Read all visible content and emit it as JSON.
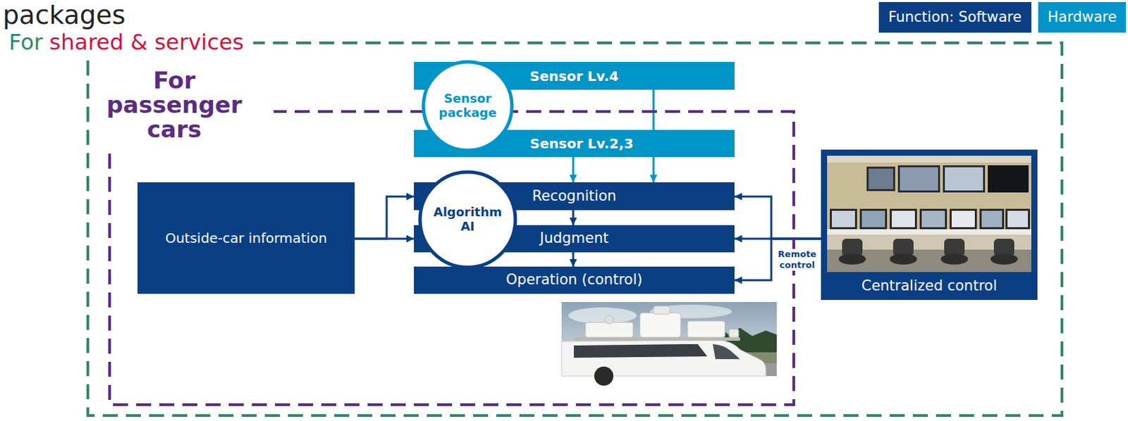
{
  "diagram": {
    "title": "packages",
    "nodes": [
      {
        "text": [
          "For",
          "shared & services"
        ]
      },
      {
        "text": [
          "For passenger cars"
        ],
        "in": 0
      },
      {
        "text": [
          "Sensor Lv.4"
        ],
        "in": 0
      },
      {
        "text": [
          "Sensor package"
        ],
        "in": 0
      },
      {
        "text": [
          "Sensor Lv.2,3"
        ],
        "in": 1
      },
      {
        "text": [
          "Outside-car information"
        ],
        "in": 1
      },
      {
        "text": [
          "Algorithm AI"
        ],
        "in": 1
      },
      {
        "text": [
          "Recognition"
        ],
        "in": 1
      },
      {
        "text": [
          "Judgment"
        ],
        "in": 1
      },
      {
        "text": [
          "Operation (control)"
        ],
        "in": 1
      },
      {
        "text": [
          "Centralized control"
        ],
        "in": 0
      }
    ],
    "edges": [
      {
        "from": 4,
        "to": 7,
        "arrow": "to"
      },
      {
        "from": 2,
        "to": 7,
        "arrow": "to"
      },
      {
        "from": 7,
        "to": 8,
        "arrow": "to"
      },
      {
        "from": 8,
        "to": 9,
        "arrow": "to"
      },
      {
        "from": 5,
        "to": 7,
        "arrow": "to"
      },
      {
        "from": 5,
        "to": 8,
        "arrow": "to"
      },
      {
        "from": 10,
        "to": 7,
        "arrow": "to"
      },
      {
        "from": 10,
        "to": 8,
        "label": "Remote control",
        "arrow": "to"
      },
      {
        "from": 10,
        "to": 9,
        "arrow": "to"
      }
    ],
    "legend": [
      {
        "text": "Function: Software",
        "color": "#0a3f84"
      },
      {
        "text": "Hardware",
        "color": "#0095c8"
      }
    ]
  }
}
